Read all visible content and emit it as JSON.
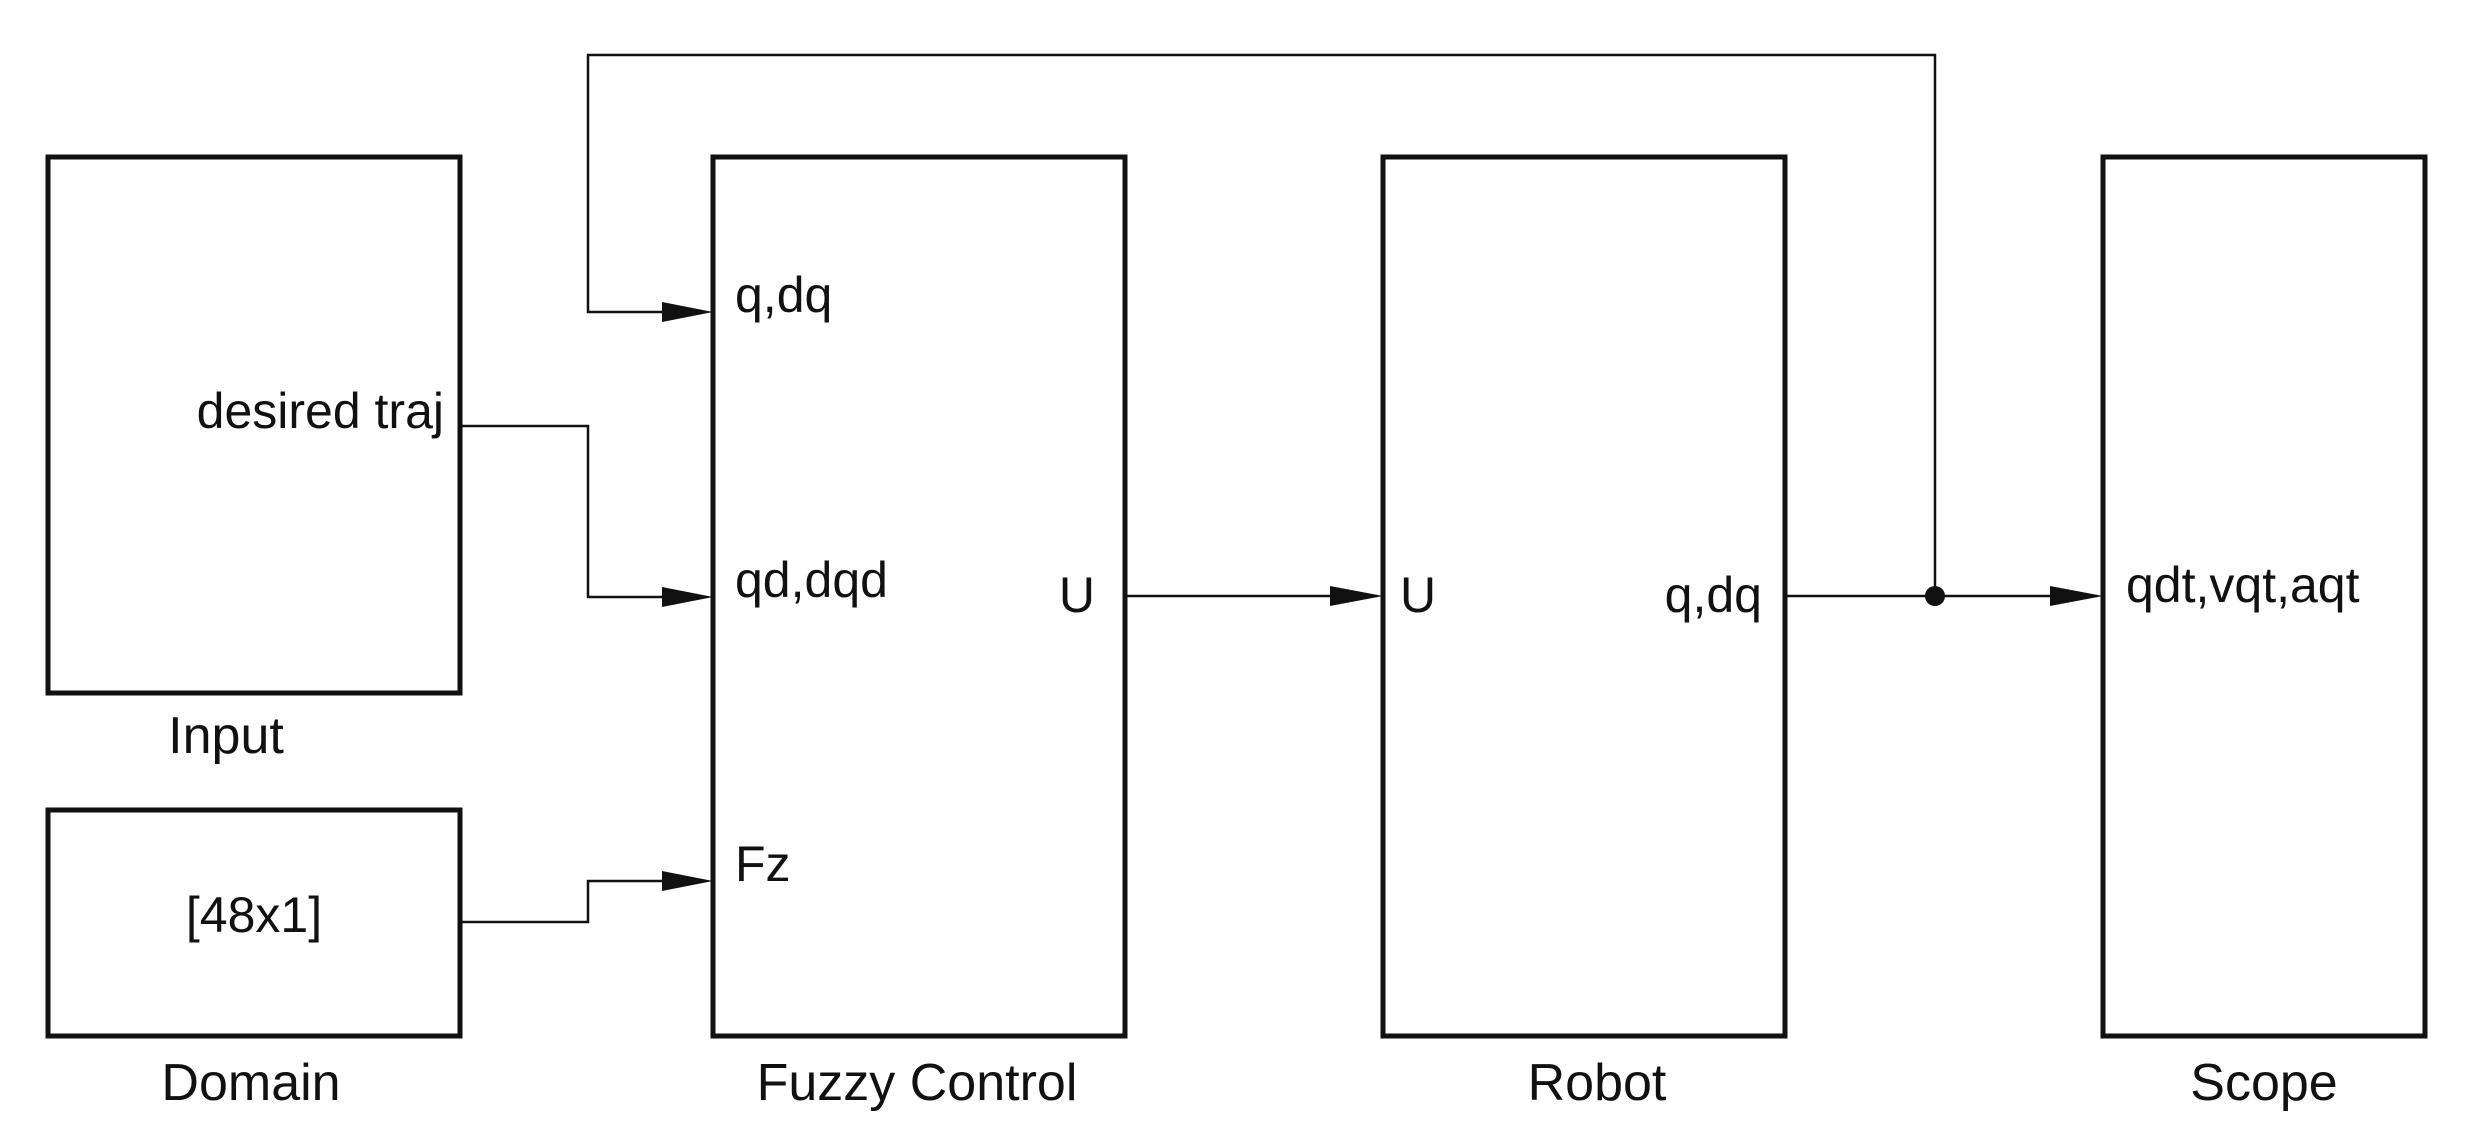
{
  "blocks": {
    "input": {
      "caption": "Input",
      "output_port": "desired traj"
    },
    "domain": {
      "caption": "Domain",
      "value": "[48x1]"
    },
    "fuzzy_control": {
      "caption": "Fuzzy Control",
      "input_ports": [
        "q,dq",
        "qd,dqd",
        "Fz"
      ],
      "output_port": "U"
    },
    "robot": {
      "caption": "Robot",
      "input_port": "U",
      "output_port": "q,dq"
    },
    "scope": {
      "caption": "Scope",
      "input_port": "qdt,vqt,aqt"
    }
  }
}
